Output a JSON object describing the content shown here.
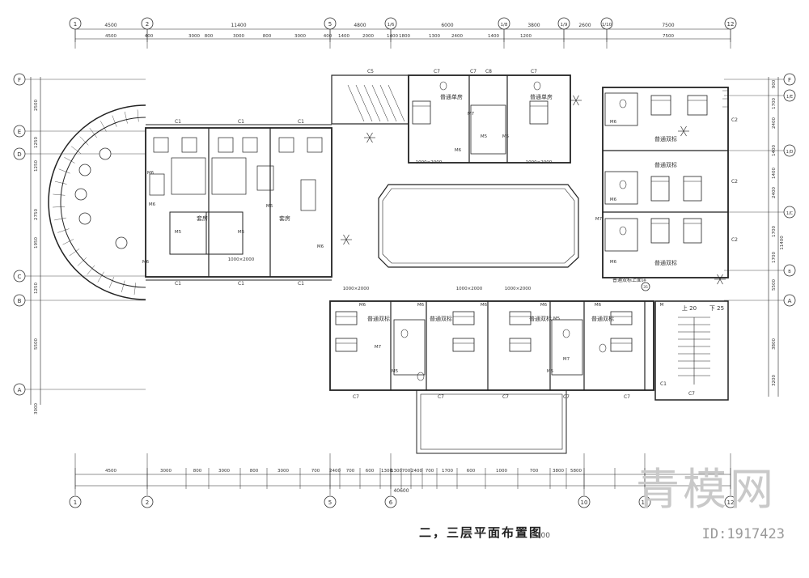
{
  "drawing": {
    "title": "二，三层平面布置图",
    "scale": "1:100",
    "watermark": "青模网",
    "id_label": "ID:1917423"
  },
  "axes": {
    "top": [
      "1",
      "2",
      "5",
      "1/6",
      "1/8",
      "1/9",
      "1/10",
      "12"
    ],
    "bottom": [
      "1",
      "2",
      "5",
      "6",
      "10",
      "11",
      "12"
    ],
    "left": [
      "F",
      "E",
      "D",
      "C",
      "B",
      "A"
    ],
    "right": [
      "F",
      "1/E",
      "1/D",
      "1/C",
      "B",
      "A"
    ]
  },
  "dimensions": {
    "top_row1": [
      "4500",
      "11400",
      "4800",
      "6000",
      "3800",
      "2600",
      "7500"
    ],
    "top_row2": [
      "4500",
      "400",
      "3000",
      "800",
      "3000",
      "800",
      "3000",
      "400",
      "1400",
      "2000",
      "1400",
      "1800",
      "1300",
      "2400",
      "1400",
      "1200",
      "7500"
    ],
    "bottom_row1": [
      "4500",
      "3000",
      "800",
      "3000",
      "800",
      "3000",
      "700",
      "2400",
      "700",
      "600",
      "1300",
      "1300",
      "700",
      "2400",
      "700",
      "1700",
      "600",
      "1000",
      "700",
      "3800",
      "5800"
    ],
    "bottom_total": "40600",
    "left": [
      "2500",
      "1250",
      "1250",
      "2750",
      "1950",
      "1250",
      "5500",
      "3000"
    ],
    "right": [
      "900",
      "1700",
      "2400",
      "1400",
      "1400",
      "2400",
      "1700",
      "1700",
      "5500",
      "3800",
      "3200",
      "11400"
    ]
  },
  "rooms": {
    "suite_left": "套房",
    "suite_right": "套房",
    "single_a": "普通单房",
    "single_b": "普通单房",
    "twin": "普通双标",
    "twin_upper_note": "普通双标上面详",
    "stair_up": "上 20",
    "stair_down": "下 25"
  },
  "labels": {
    "window": "C1",
    "window7": "C7",
    "window5": "C5",
    "window8": "C8",
    "window2": "C2",
    "door6": "M6",
    "door5": "M5",
    "door7": "M7",
    "door": "M",
    "bed_size": "1000×2000",
    "mark35": "35"
  }
}
